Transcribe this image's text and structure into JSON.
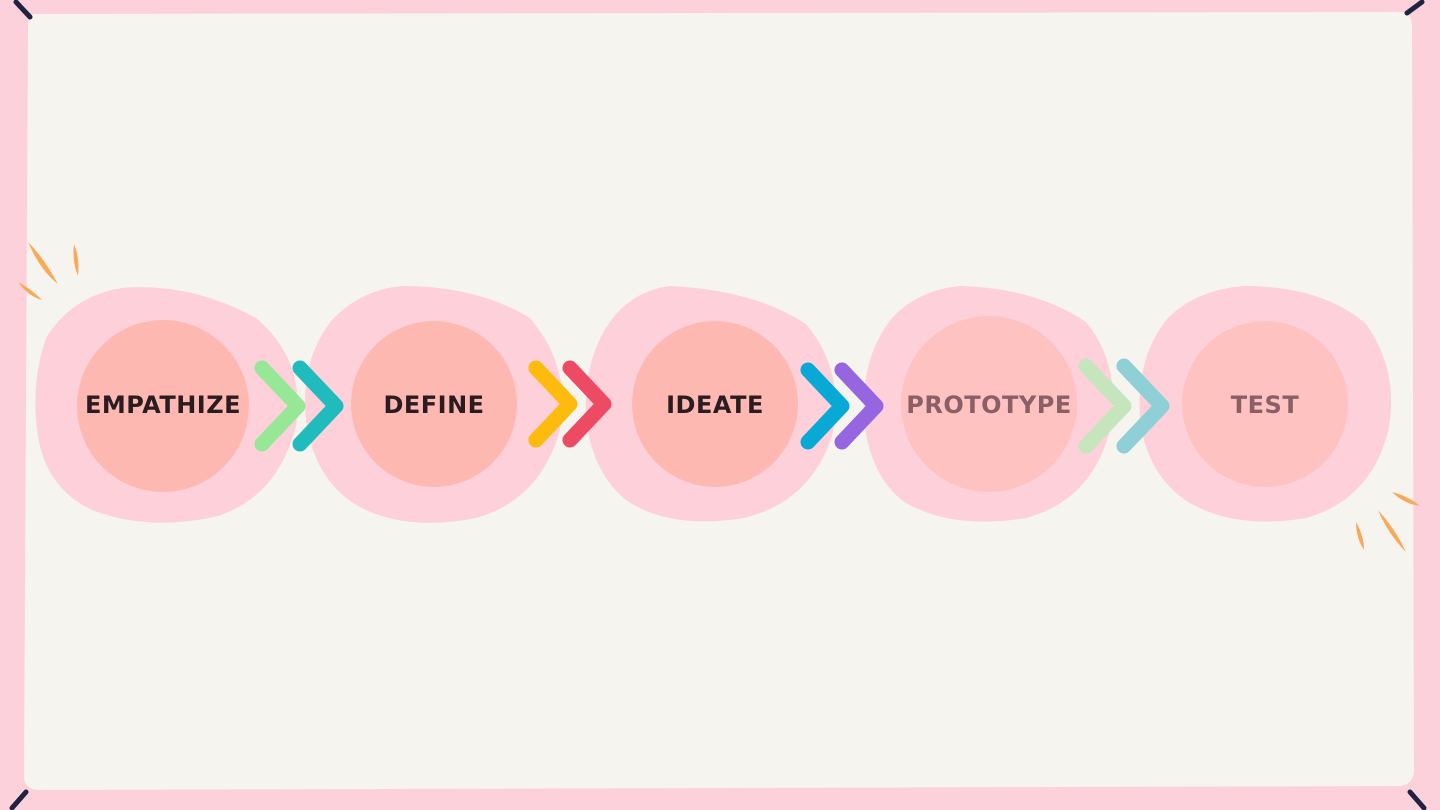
{
  "colors": {
    "frame": "#fdd1db",
    "paper": "#f6f4ef",
    "corner_tick": "#1f2340",
    "blob": "#fdd0da",
    "circle": "#feb8b2",
    "circle_faded": "#fec2c1",
    "label": "#2a1c20",
    "label_faded": "#8a6066",
    "spark": "#f8a95a"
  },
  "steps": [
    {
      "label": "EMPATHIZE",
      "faded": false
    },
    {
      "label": "DEFINE",
      "faded": false
    },
    {
      "label": "IDEATE",
      "faded": false
    },
    {
      "label": "PROTOTYPE",
      "faded": true
    },
    {
      "label": "TEST",
      "faded": true
    }
  ],
  "connectors": [
    {
      "from": "EMPATHIZE",
      "to": "DEFINE",
      "colors": [
        "#96e796",
        "#1fbbbd"
      ],
      "faded": false
    },
    {
      "from": "DEFINE",
      "to": "IDEATE",
      "colors": [
        "#fdbb0e",
        "#ed4a63"
      ],
      "faded": false
    },
    {
      "from": "IDEATE",
      "to": "PROTOTYPE",
      "colors": [
        "#08a9d5",
        "#9566e0"
      ],
      "faded": false
    },
    {
      "from": "PROTOTYPE",
      "to": "TEST",
      "colors": [
        "#c5e6bc",
        "#8fcfd6"
      ],
      "faded": true
    }
  ]
}
